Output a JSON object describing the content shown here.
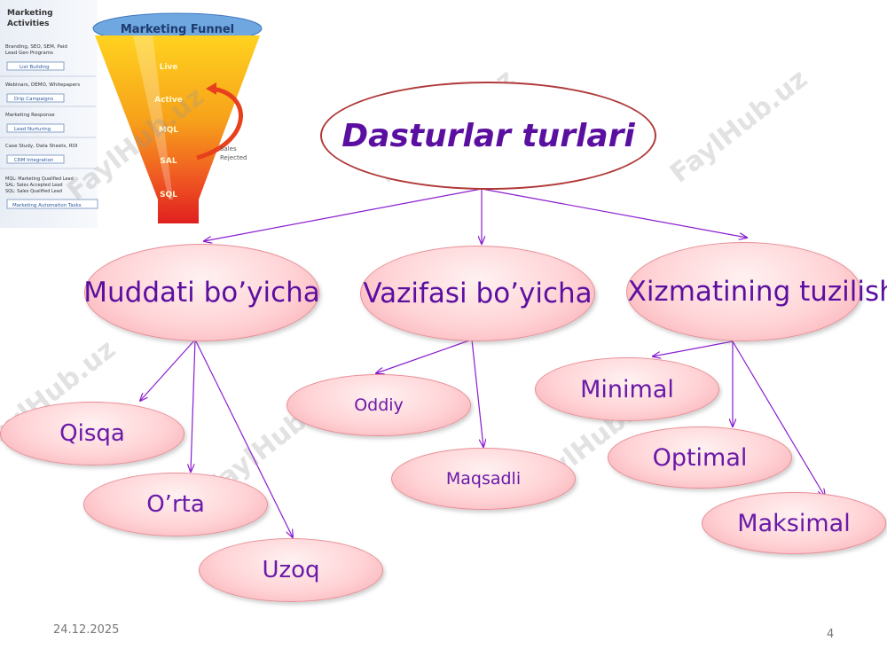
{
  "title": "Dasturlar turlari",
  "categories": {
    "muddati": {
      "label": "Muddati bo’yicha",
      "children": [
        "Qisqa",
        "O’rta",
        "Uzoq"
      ]
    },
    "vazifasi": {
      "label": "Vazifasi bo’yicha",
      "children": [
        "Oddiy",
        "Maqsadli"
      ]
    },
    "xizmat": {
      "label": "Xizmatining tuzilishi",
      "children": [
        "Minimal",
        "Optimal",
        "Maksimal"
      ]
    }
  },
  "funnel": {
    "heading": "Marketing Funnel",
    "activities_title": "Marketing Activities",
    "stages": [
      "Live",
      "Active",
      "MQL",
      "SAL",
      "SQL"
    ],
    "rejected_label": "Sales Rejected",
    "activities": [
      {
        "text": "Branding, SEO, SEM, Paid Lead Gen Programs",
        "tag": "List Building"
      },
      {
        "text": "Webinars, DEMO, Whitepapers",
        "tag": "Drip Campaigns"
      },
      {
        "text": "Marketing Response",
        "tag": "Lead Nurturing"
      },
      {
        "text": "Case Study, Data Sheets, ROI",
        "tag": "CRM Integration"
      },
      {
        "text": "MQL: Marketing Qualified Lead SAL: Sales Accepted Lead SQL: Sales Qualified Lead",
        "tag": "Marketing Automation Tasks"
      }
    ]
  },
  "watermark": "FaylHub.uz",
  "footer": {
    "date": "24.12.2025",
    "page": "4"
  },
  "colors": {
    "accent": "#5b0fa0",
    "line": "#8a1ccf",
    "node_fill": "#ffd3d6",
    "title_border": "#b03a3a"
  }
}
